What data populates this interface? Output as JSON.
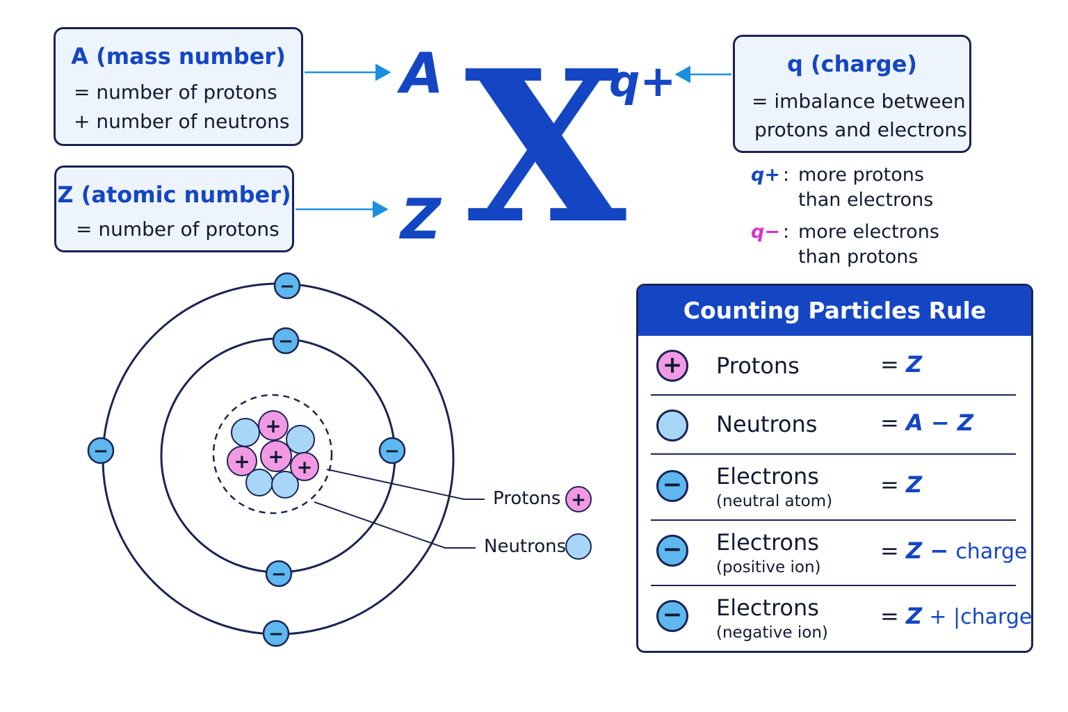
{
  "mass_box": {
    "title": "A (mass number)",
    "line1": "= number of protons",
    "line2": "+ number of neutrons"
  },
  "atomic_box": {
    "title": "Z (atomic number)",
    "line1": "= number of protons"
  },
  "charge_box": {
    "title": "q (charge)",
    "line1": "= imbalance between",
    "line2": "protons and electrons"
  },
  "notation": {
    "mass_symbol": "A",
    "atomic_symbol": "Z",
    "element_symbol": "X",
    "charge_symbol": "q+"
  },
  "charge_notes": [
    {
      "label": "q+",
      "sep": ":",
      "line1": "more protons",
      "line2": "than electrons",
      "color": "#1446c4"
    },
    {
      "label": "q−",
      "sep": ":",
      "line1": "more electrons",
      "line2": "than protons",
      "color": "#d633c8"
    }
  ],
  "rules_table": {
    "title": "Counting Particles Rule",
    "rows": [
      {
        "name": "Protons",
        "sub": "",
        "formula_main": "Z",
        "formula_suffix": "",
        "icon": "proton-icon"
      },
      {
        "name": "Neutrons",
        "sub": "",
        "formula_main": "A − Z",
        "formula_suffix": "",
        "icon": "neutron-icon"
      },
      {
        "name": "Electrons",
        "sub": "(neutral atom)",
        "formula_main": "Z",
        "formula_suffix": "",
        "icon": "electron-icon"
      },
      {
        "name": "Electrons",
        "sub": "(positive ion)",
        "formula_main": "Z −",
        "formula_suffix": "charge",
        "icon": "electron-icon"
      },
      {
        "name": "Electrons",
        "sub": "(negative ion)",
        "formula_main": "Z",
        "formula_suffix": "+ |charge|",
        "icon": "electron-icon"
      }
    ]
  },
  "atom_legend": {
    "protons_label": "Protons",
    "neutrons_label": "Neutrons",
    "proton_sign": "+",
    "electron_sign": "−"
  },
  "colors": {
    "accent_blue": "#1446c4",
    "proton_pink": "#f19ae3",
    "neutron_light_blue": "#a8d6f7",
    "electron_blue": "#5eb7ee",
    "negative_magenta": "#d633c8",
    "outline_navy": "#1a2452"
  }
}
